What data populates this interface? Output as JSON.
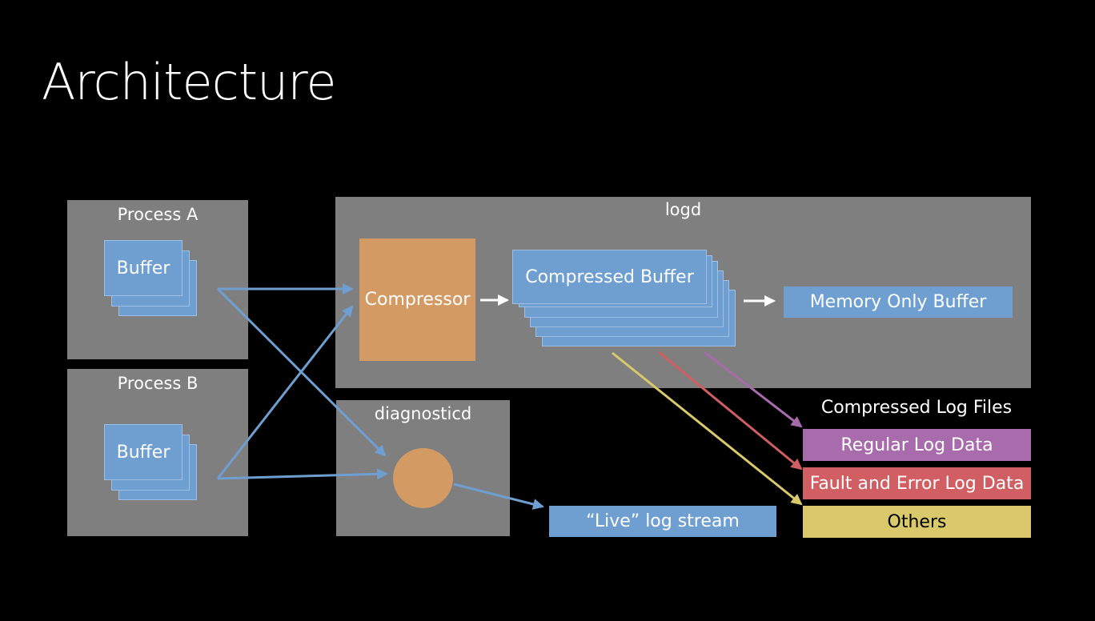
{
  "slide": {
    "title": "Architecture"
  },
  "process_a": {
    "label": "Process A",
    "buffer_label": "Buffer"
  },
  "process_b": {
    "label": "Process B",
    "buffer_label": "Buffer"
  },
  "logd": {
    "label": "logd",
    "compressor_label": "Compressor",
    "compressed_buffer_label": "Compressed Buffer",
    "memory_only_buffer_label": "Memory Only Buffer"
  },
  "diagnosticd": {
    "label": "diagnosticd"
  },
  "live_stream": {
    "label": "“Live” log stream"
  },
  "log_files": {
    "heading": "Compressed Log Files",
    "items": [
      {
        "label": "Regular Log Data",
        "color": "#a86bab"
      },
      {
        "label": "Fault and Error Log Data",
        "color": "#d05e62"
      },
      {
        "label": "Others",
        "color": "#d9c96a"
      }
    ]
  },
  "colors": {
    "background": "#000000",
    "panel": "#7f7f7f",
    "buffer_blue": "#6f9fd0",
    "compressor_orange": "#d49a64",
    "arrow_blue": "#6f9fd0",
    "arrow_white": "#ffffff"
  }
}
